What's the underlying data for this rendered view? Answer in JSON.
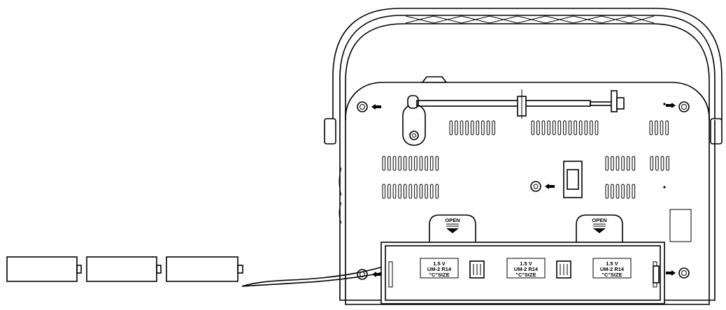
{
  "diagram": {
    "lid_label": "OPEN",
    "compartment_label": {
      "line1": "1.5 V",
      "line2": "UM-2 R14",
      "line3": "\"C\"SIZE"
    },
    "colors": {
      "line": "#000000",
      "background": "#ffffff"
    },
    "icons": [
      "battery-icon",
      "insertion-arrow-icon",
      "direction-arrow-icon",
      "screw-hole-icon"
    ]
  }
}
